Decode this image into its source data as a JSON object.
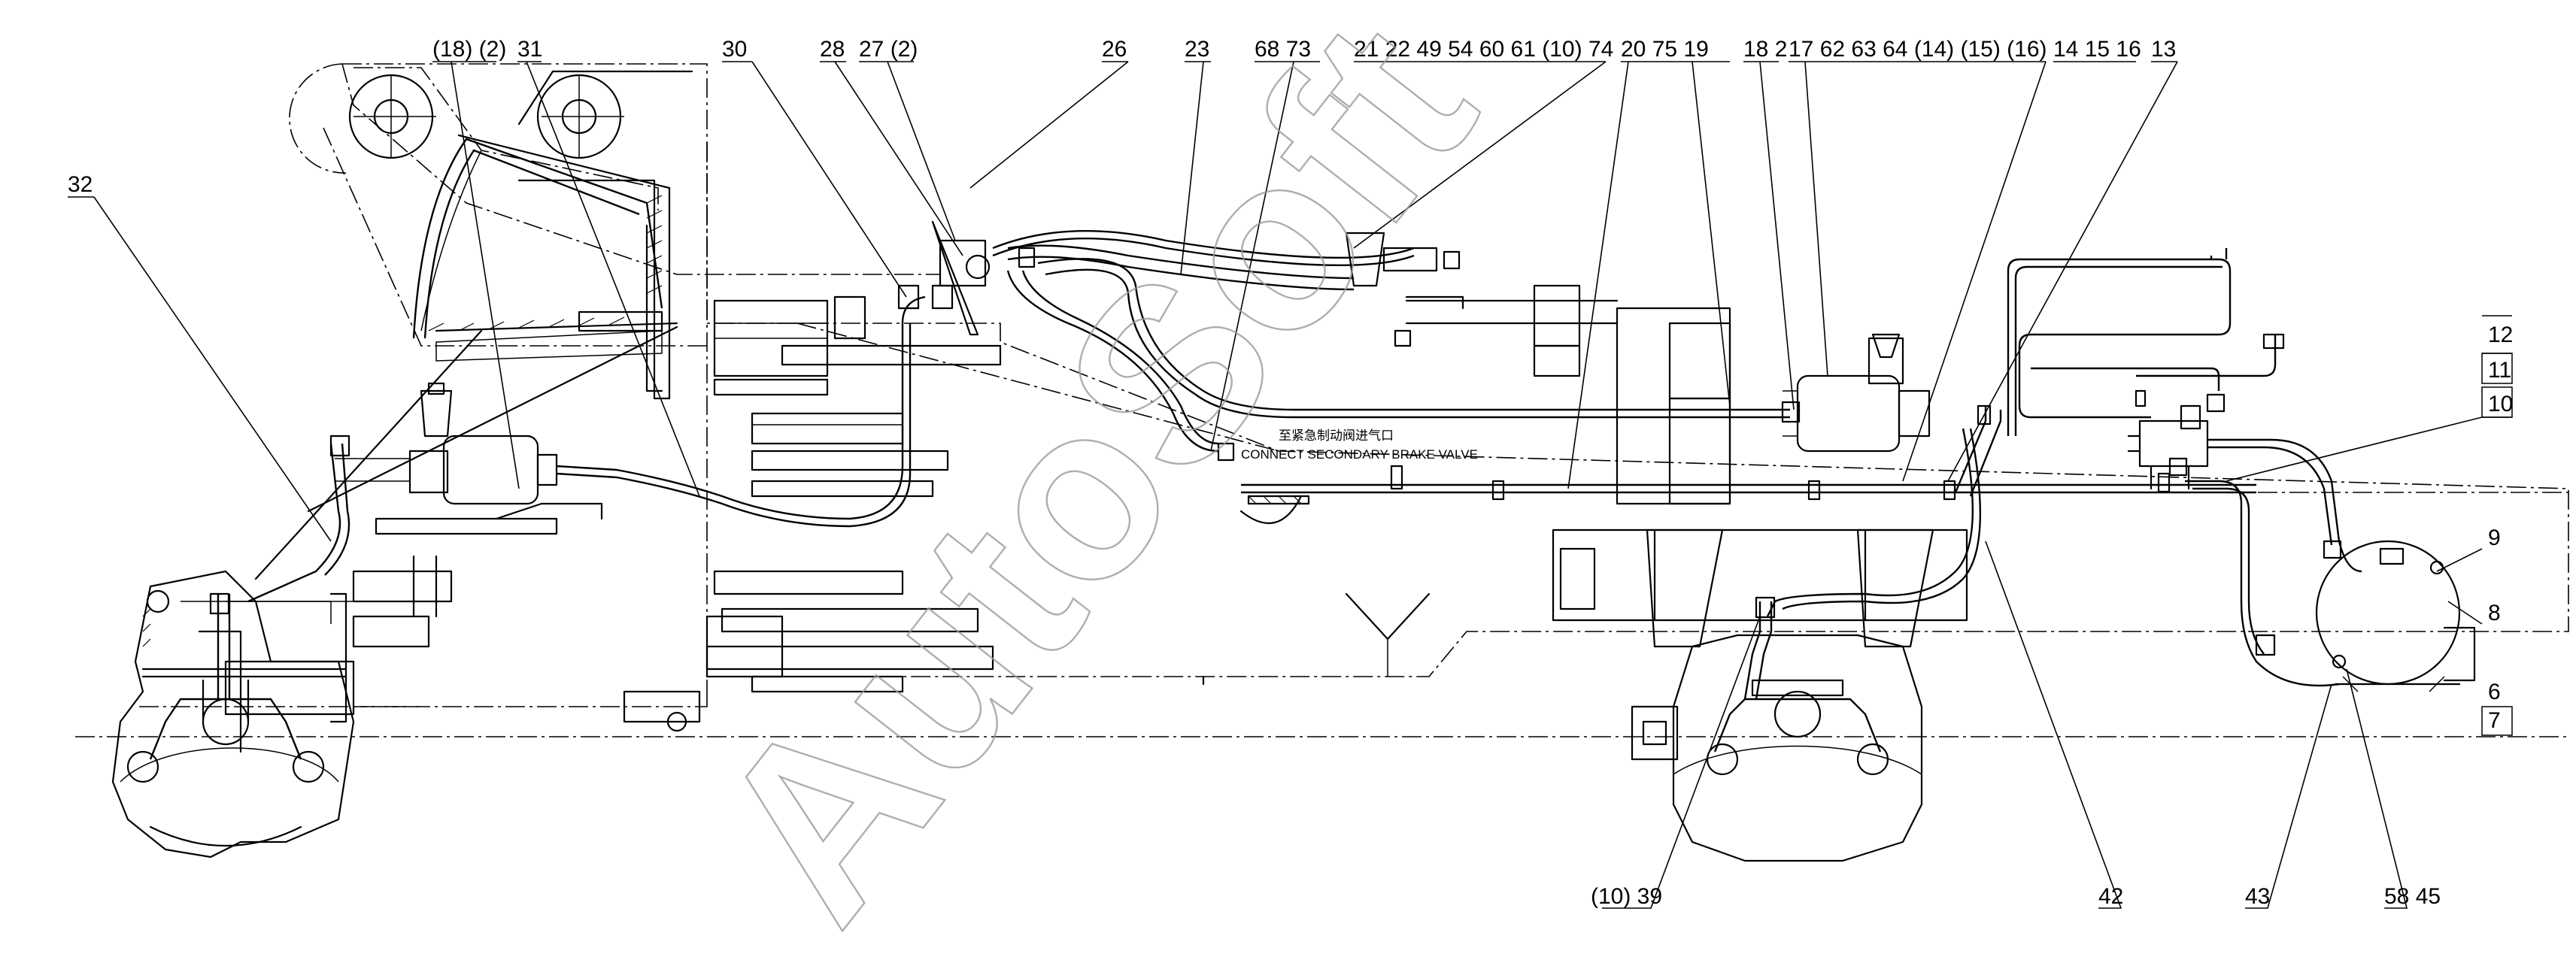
{
  "watermark": "AutoSoft",
  "notes": {
    "line_cn": "至紧急制动阀进气口",
    "line_en": "CONNECT SECONDARY BRAKE VALVE"
  },
  "callouts_top": [
    {
      "id": "c-18-2",
      "text": "(18) (2)"
    },
    {
      "id": "c-31",
      "text": "31"
    },
    {
      "id": "c-30",
      "text": "30"
    },
    {
      "id": "c-28",
      "text": "28"
    },
    {
      "id": "c-27-2",
      "text": "27 (2)"
    },
    {
      "id": "c-26",
      "text": "26"
    },
    {
      "id": "c-23",
      "text": "23"
    },
    {
      "id": "c-68-73",
      "text": "68 73"
    },
    {
      "id": "c-21-74",
      "text": "21 22 49 54 60 61 (10) 74"
    },
    {
      "id": "c-20-75-19",
      "text": "20 75 19"
    },
    {
      "id": "c-18-2b",
      "text": "18 2"
    },
    {
      "id": "c-17-16",
      "text": "17 62 63 64 (14) (15) (16)"
    },
    {
      "id": "c-14-15-16",
      "text": "14 15 16"
    },
    {
      "id": "c-13",
      "text": "13"
    }
  ],
  "callouts_side": [
    {
      "id": "c-32",
      "text": "32"
    },
    {
      "id": "c-12",
      "text": "12"
    },
    {
      "id": "c-11",
      "text": "11"
    },
    {
      "id": "c-10",
      "text": "10"
    },
    {
      "id": "c-9",
      "text": "9"
    },
    {
      "id": "c-8",
      "text": "8"
    },
    {
      "id": "c-6",
      "text": "6"
    },
    {
      "id": "c-7",
      "text": "7"
    }
  ],
  "callouts_bottom": [
    {
      "id": "c-10-39",
      "text": "(10) 39"
    },
    {
      "id": "c-42",
      "text": "42"
    },
    {
      "id": "c-43",
      "text": "43"
    },
    {
      "id": "c-58-45",
      "text": "58 45"
    }
  ]
}
